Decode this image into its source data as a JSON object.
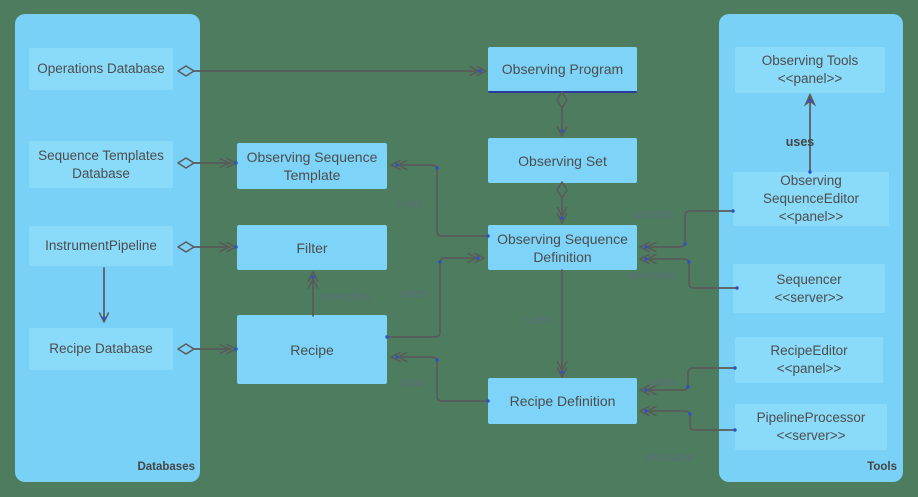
{
  "colors": {
    "bg": "#4d7c5e",
    "panel": "#79d1f7",
    "inner": "#8adaf9",
    "box": "#7dd4f8",
    "line": "#5a5a5a",
    "text": "#4d4d4d",
    "edgelabel": "#5c6d7a",
    "dot": "#3050c8",
    "accent": "#2a3a9c",
    "title": "#454545"
  },
  "left_panel": {
    "title": "Databases",
    "items": [
      {
        "label": "Operations Database"
      },
      {
        "label": "Sequence Templates\nDatabase"
      },
      {
        "label": "InstrumentPipeline"
      },
      {
        "label": "Recipe Database"
      }
    ]
  },
  "mid_nodes": [
    {
      "label": "Observing Sequence\nTemplate"
    },
    {
      "label": "Filter"
    },
    {
      "label": "Recipe"
    },
    {
      "label": "Observing Program"
    },
    {
      "label": "Observing Set"
    },
    {
      "label": "Observing Sequence\nDefinition"
    },
    {
      "label": "Recipe Definition"
    }
  ],
  "right_panel": {
    "title": "Tools",
    "items": [
      {
        "label": "Observing Tools\n<<panel>>"
      },
      {
        "label": "Observing\nSequenceEditor\n<<panel>>"
      },
      {
        "label": "Sequencer\n<<server>>"
      },
      {
        "label": "RecipeEditor\n<<panel>>"
      },
      {
        "label": "PipelineProcessor\n<<server>>"
      }
    ]
  },
  "edges": [
    {
      "name": "recipe-executes-filter",
      "label": "executes"
    },
    {
      "name": "osd-uses-template",
      "label": "uses"
    },
    {
      "name": "recipe-uses-osd",
      "label": "uses"
    },
    {
      "name": "recipedef-uses-recipe",
      "label": "uses"
    },
    {
      "name": "osd-uses-recipedef",
      "label": "uses"
    },
    {
      "name": "oseditor-creates-osd",
      "label": "creates"
    },
    {
      "name": "sequencer-executes-osd",
      "label": "executes"
    },
    {
      "name": "recipeeditor-edits-recipedef",
      "label": "edits"
    },
    {
      "name": "pipelineprocessor-executes-recipedef",
      "label": "executes"
    },
    {
      "name": "oseditor-uses-observingtools",
      "label": "uses"
    }
  ]
}
